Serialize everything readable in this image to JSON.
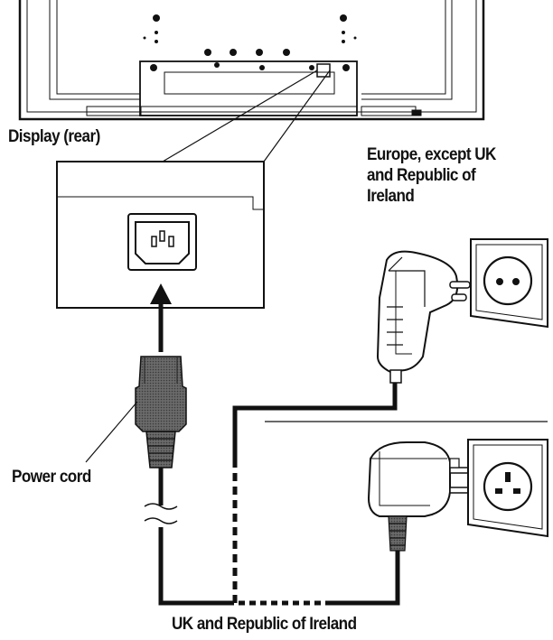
{
  "labels": {
    "display_rear": "Display (rear)",
    "europe_lines": [
      "Europe, except UK",
      "and Republic of",
      "Ireland"
    ],
    "power_cord": "Power cord",
    "uk_ireland": "UK and Republic of Ireland"
  },
  "colors": {
    "ink": "#111111",
    "plug_fill": "#555555",
    "background": "#ffffff"
  },
  "icons": {
    "inlet": "iec-c14-inlet-icon",
    "eu_socket": "schuko-socket-icon",
    "uk_socket": "uk-socket-icon"
  }
}
